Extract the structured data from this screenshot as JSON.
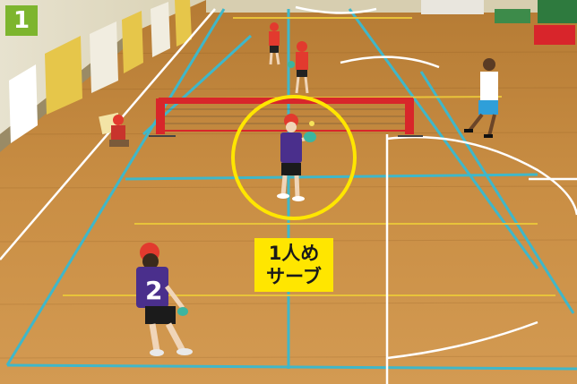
{
  "badge": {
    "number": "1"
  },
  "callout": {
    "line1": "1人め",
    "line2": "サーブ"
  },
  "colors": {
    "badge": "#7db52e",
    "callout": "#ffe600",
    "highlight_ring": "#ffe600",
    "floor": "#c58a3c",
    "court_line_blue": "#3fb7c9",
    "court_line_white": "#ffffff",
    "net": "#d8262a"
  },
  "icons": {
    "ring": "highlight-circle"
  }
}
